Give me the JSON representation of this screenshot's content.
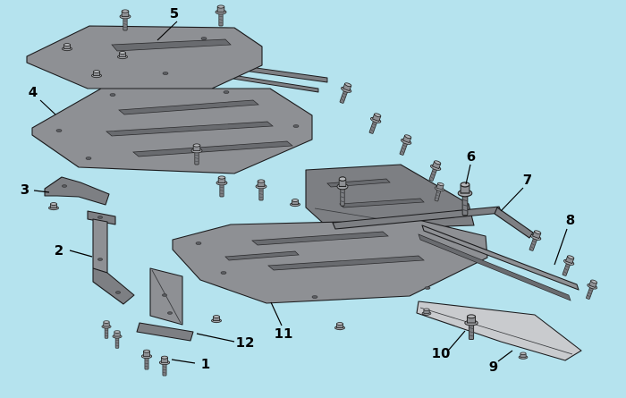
{
  "figure": {
    "kind": "exploded-parts-diagram",
    "background_color": "#b5e3ee"
  },
  "colors": {
    "bg": "#b5e3ee",
    "plate": "#8e9094",
    "plate-dark": "#7d7f83",
    "plate-darker": "#696b6f",
    "light": "#c9cbce",
    "outline": "#1c1c1e"
  },
  "callouts": [
    {
      "label": "1"
    },
    {
      "label": "2"
    },
    {
      "label": "3"
    },
    {
      "label": "4"
    },
    {
      "label": "5"
    },
    {
      "label": "6"
    },
    {
      "label": "7"
    },
    {
      "label": "8"
    },
    {
      "label": "9"
    },
    {
      "label": "10"
    },
    {
      "label": "11"
    },
    {
      "label": "12"
    }
  ]
}
